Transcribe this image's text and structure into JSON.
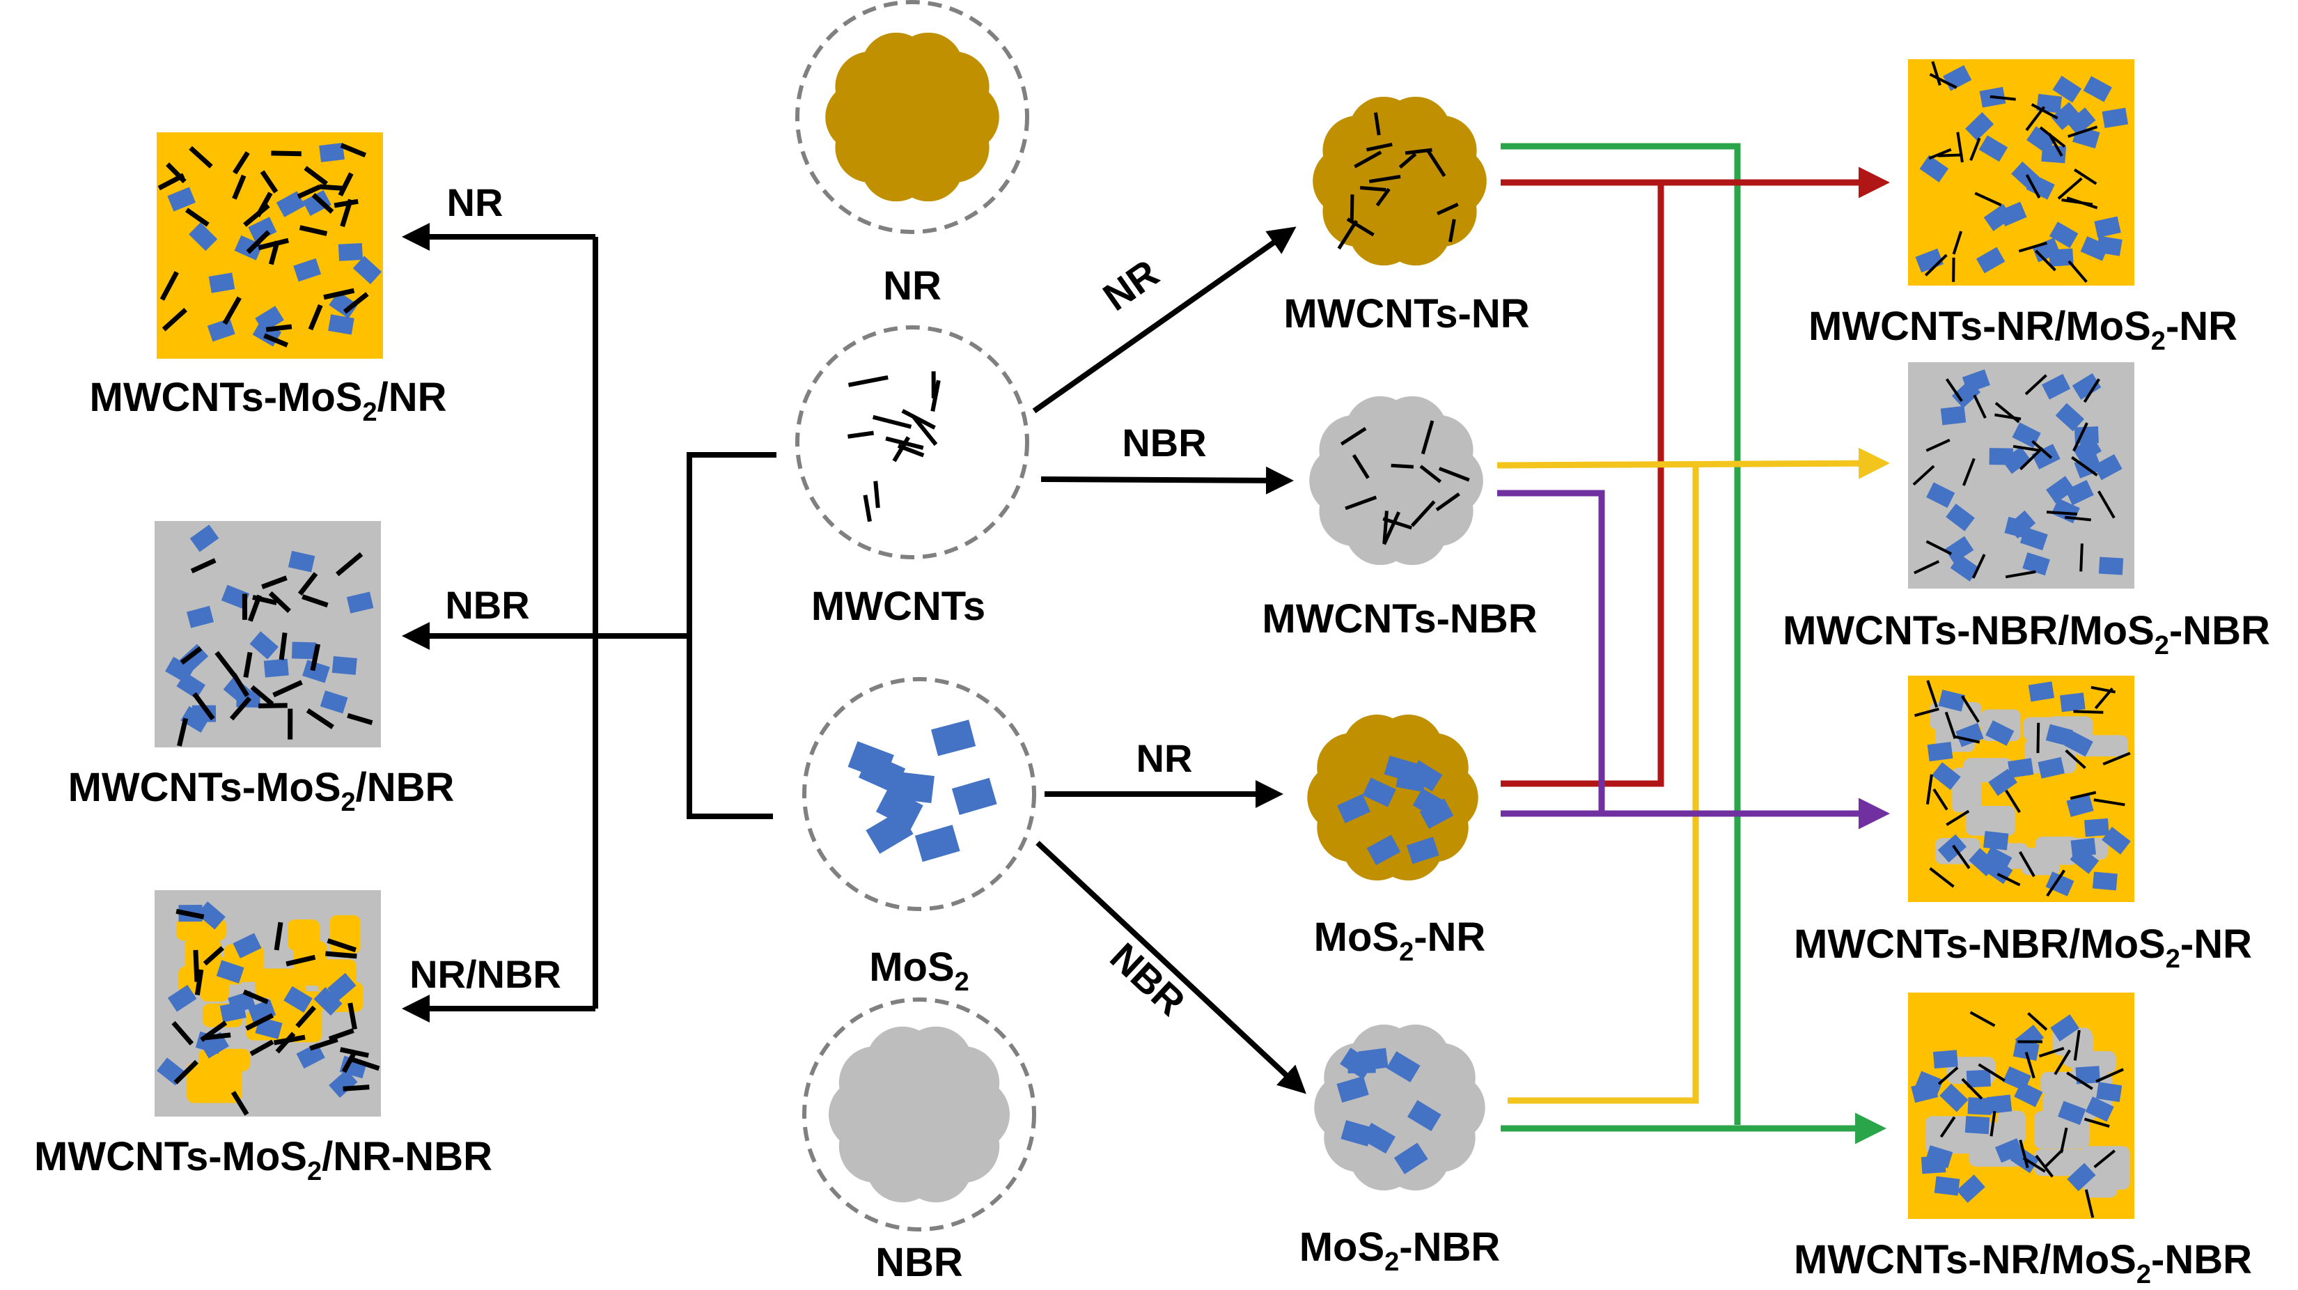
{
  "colors": {
    "nr": "#C09000",
    "nbr": "#BDBDBD",
    "mos2": "#4472C4",
    "cnt": "#000000",
    "matrix_yellow": "#FFC000",
    "matrix_gray": "#BFBFBF",
    "line_green": "#2AA54A",
    "line_red": "#B11616",
    "line_yellow": "#F2C41C",
    "line_purple": "#7030A0",
    "circle_border": "#808080"
  },
  "raw_materials": {
    "nr": {
      "label": "NR"
    },
    "mwcnts": {
      "label": "MWCNTs"
    },
    "mos2": {
      "label": "MoS",
      "sub": "2"
    },
    "nbr": {
      "label": "NBR"
    }
  },
  "edges": {
    "cnt_nr": "NR",
    "cnt_nbr": "NBR",
    "mos2_nr": "NR",
    "mos2_nbr": "NBR",
    "left_nr": "NR",
    "left_nbr": "NBR",
    "left_nrnbr": "NR/NBR"
  },
  "masterbatches": {
    "mwcnts_nr": {
      "label": "MWCNTs-NR"
    },
    "mwcnts_nbr": {
      "label": "MWCNTs-NBR"
    },
    "mos2_nr": {
      "pre": "MoS",
      "sub": "2",
      "post": "-NR"
    },
    "mos2_nbr": {
      "pre": "MoS",
      "sub": "2",
      "post": "-NBR"
    }
  },
  "left_products": {
    "p1": {
      "pre": "MWCNTs-MoS",
      "sub": "2",
      "post": "/NR"
    },
    "p2": {
      "pre": "MWCNTs-MoS",
      "sub": "2",
      "post": "/NBR"
    },
    "p3": {
      "pre": "MWCNTs-MoS",
      "sub": "2",
      "post": "/NR-NBR"
    }
  },
  "right_products": {
    "r1": {
      "pre": "MWCNTs-NR/MoS",
      "sub": "2",
      "post": "-NR"
    },
    "r2": {
      "pre": "MWCNTs-NBR/MoS",
      "sub": "2",
      "post": "-NBR"
    },
    "r3": {
      "pre": "MWCNTs-NBR/MoS",
      "sub": "2",
      "post": "-NR"
    },
    "r4": {
      "pre": "MWCNTs-NR/MoS",
      "sub": "2",
      "post": "-NBR"
    }
  }
}
